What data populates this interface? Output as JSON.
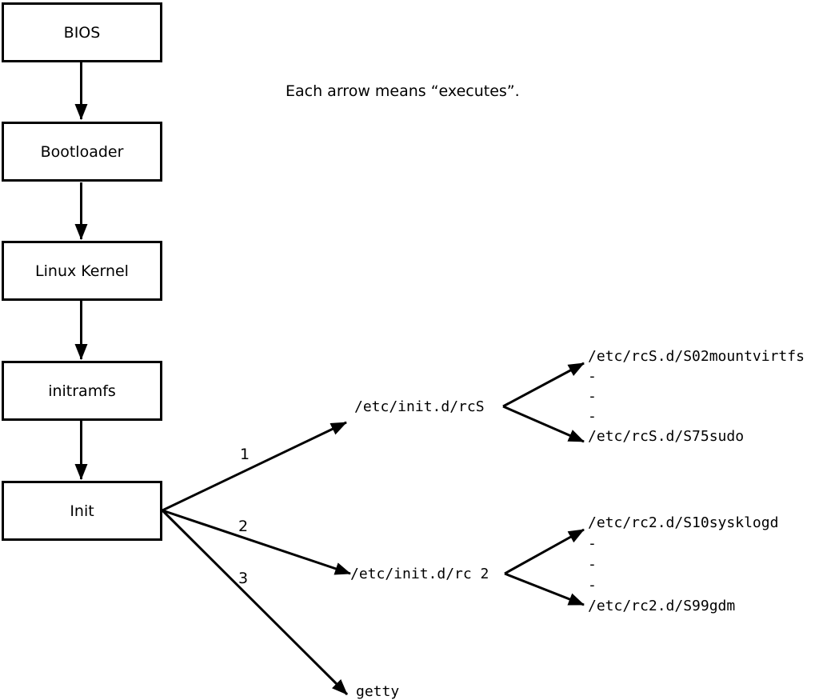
{
  "caption": "Each arrow means “executes”.",
  "flow": {
    "boxes": [
      {
        "label": "BIOS"
      },
      {
        "label": "Bootloader"
      },
      {
        "label": "Linux Kernel"
      },
      {
        "label": "initramfs"
      },
      {
        "label": "Init"
      }
    ]
  },
  "branches": [
    {
      "number": "1",
      "target": "/etc/init.d/rcS"
    },
    {
      "number": "2",
      "target": "/etc/init.d/rc 2"
    },
    {
      "number": "3",
      "target": "getty"
    }
  ],
  "rcS_list": {
    "entries": [
      "/etc/rcS.d/S02mountvirtfs",
      "-",
      "-",
      "-",
      "/etc/rcS.d/S75sudo"
    ]
  },
  "rc2_list": {
    "entries": [
      "/etc/rc2.d/S10sysklogd",
      "-",
      "-",
      "-",
      "/etc/rc2.d/S99gdm"
    ]
  },
  "colors": {
    "ink": "#000000",
    "background": "#ffffff"
  }
}
